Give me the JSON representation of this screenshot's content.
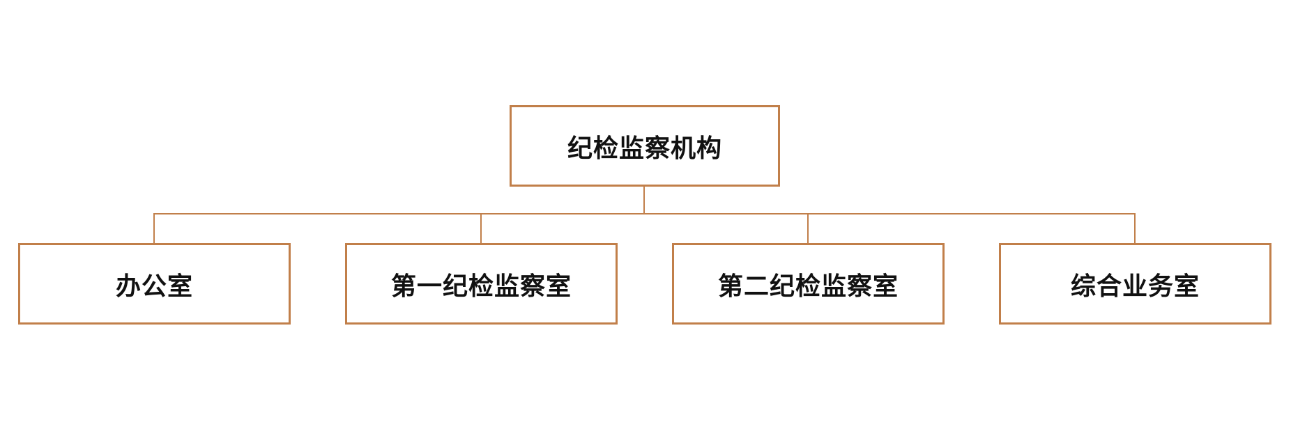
{
  "diagram": {
    "type": "org-chart",
    "root": {
      "label": "纪检监察机构"
    },
    "children": [
      {
        "label": "办公室"
      },
      {
        "label": "第一纪检监察室"
      },
      {
        "label": "第二纪检监察室"
      },
      {
        "label": "综合业务室"
      }
    ],
    "colors": {
      "border": "#c17f4a",
      "connector": "#c17f4a",
      "text": "#111111",
      "background": "#ffffff"
    }
  }
}
